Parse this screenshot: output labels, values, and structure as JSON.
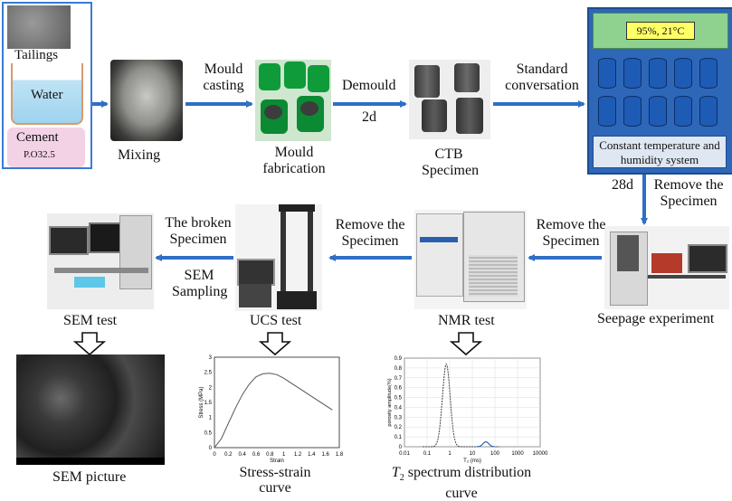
{
  "materials": {
    "tailings": "Tailings",
    "water": "Water",
    "cement": "Cement",
    "cement_grade": "P.O32.5"
  },
  "steps": {
    "mixing": "Mixing",
    "mould_casting": "Mould casting",
    "mould_fabrication": "Mould fabrication",
    "demould": "Demould",
    "demould_time": "2d",
    "ctb_specimen": "CTB Specimen",
    "standard_conversation": "Standard conversation",
    "curing_condition": "95%, 21°C",
    "curing_system": "Constant temperature and humidity system",
    "curing_time": "28d",
    "remove_specimen_1": "Remove the Specimen",
    "seepage_experiment": "Seepage experiment",
    "remove_specimen_2": "Remove the Specimen",
    "nmr_test": "NMR test",
    "remove_specimen_3": "Remove the Specimen",
    "ucs_test": "UCS test",
    "broken_specimen": "The broken Specimen",
    "sem_sampling": "SEM Sampling",
    "sem_test": "SEM test",
    "sem_picture": "SEM picture",
    "stress_strain_title": "Stress-strain curve",
    "t2_title_italic": "T",
    "t2_title_sub": "2",
    "t2_title_rest": " spectrum distribution curve"
  },
  "stress_chart": {
    "ylabel": "Stress (MPa)",
    "xlabel": "Strain",
    "xticks": [
      "0",
      "0.2",
      "0.4",
      "0.6",
      "0.8",
      "1",
      "1.2",
      "1.4",
      "1.6",
      "1.8"
    ],
    "yticks": [
      "0",
      "0.5",
      "1",
      "1.5",
      "2",
      "2.5",
      "3"
    ],
    "points": [
      [
        0,
        0
      ],
      [
        0.1,
        0.3
      ],
      [
        0.2,
        0.8
      ],
      [
        0.3,
        1.3
      ],
      [
        0.4,
        1.75
      ],
      [
        0.5,
        2.1
      ],
      [
        0.6,
        2.35
      ],
      [
        0.7,
        2.45
      ],
      [
        0.8,
        2.47
      ],
      [
        0.9,
        2.42
      ],
      [
        1.0,
        2.3
      ],
      [
        1.1,
        2.15
      ],
      [
        1.2,
        2.0
      ],
      [
        1.3,
        1.85
      ],
      [
        1.4,
        1.7
      ],
      [
        1.5,
        1.55
      ],
      [
        1.6,
        1.4
      ],
      [
        1.7,
        1.25
      ]
    ]
  },
  "t2_chart": {
    "ylabel": "porosity amplitude(%)",
    "xlabel": "T₂ (ms)",
    "xticks": [
      "0.01",
      "0.1",
      "1",
      "10",
      "100",
      "1000",
      "10000"
    ],
    "yticks": [
      "0",
      "0.1",
      "0.2",
      "0.3",
      "0.4",
      "0.5",
      "0.6",
      "0.7",
      "0.8",
      "0.9"
    ]
  }
}
